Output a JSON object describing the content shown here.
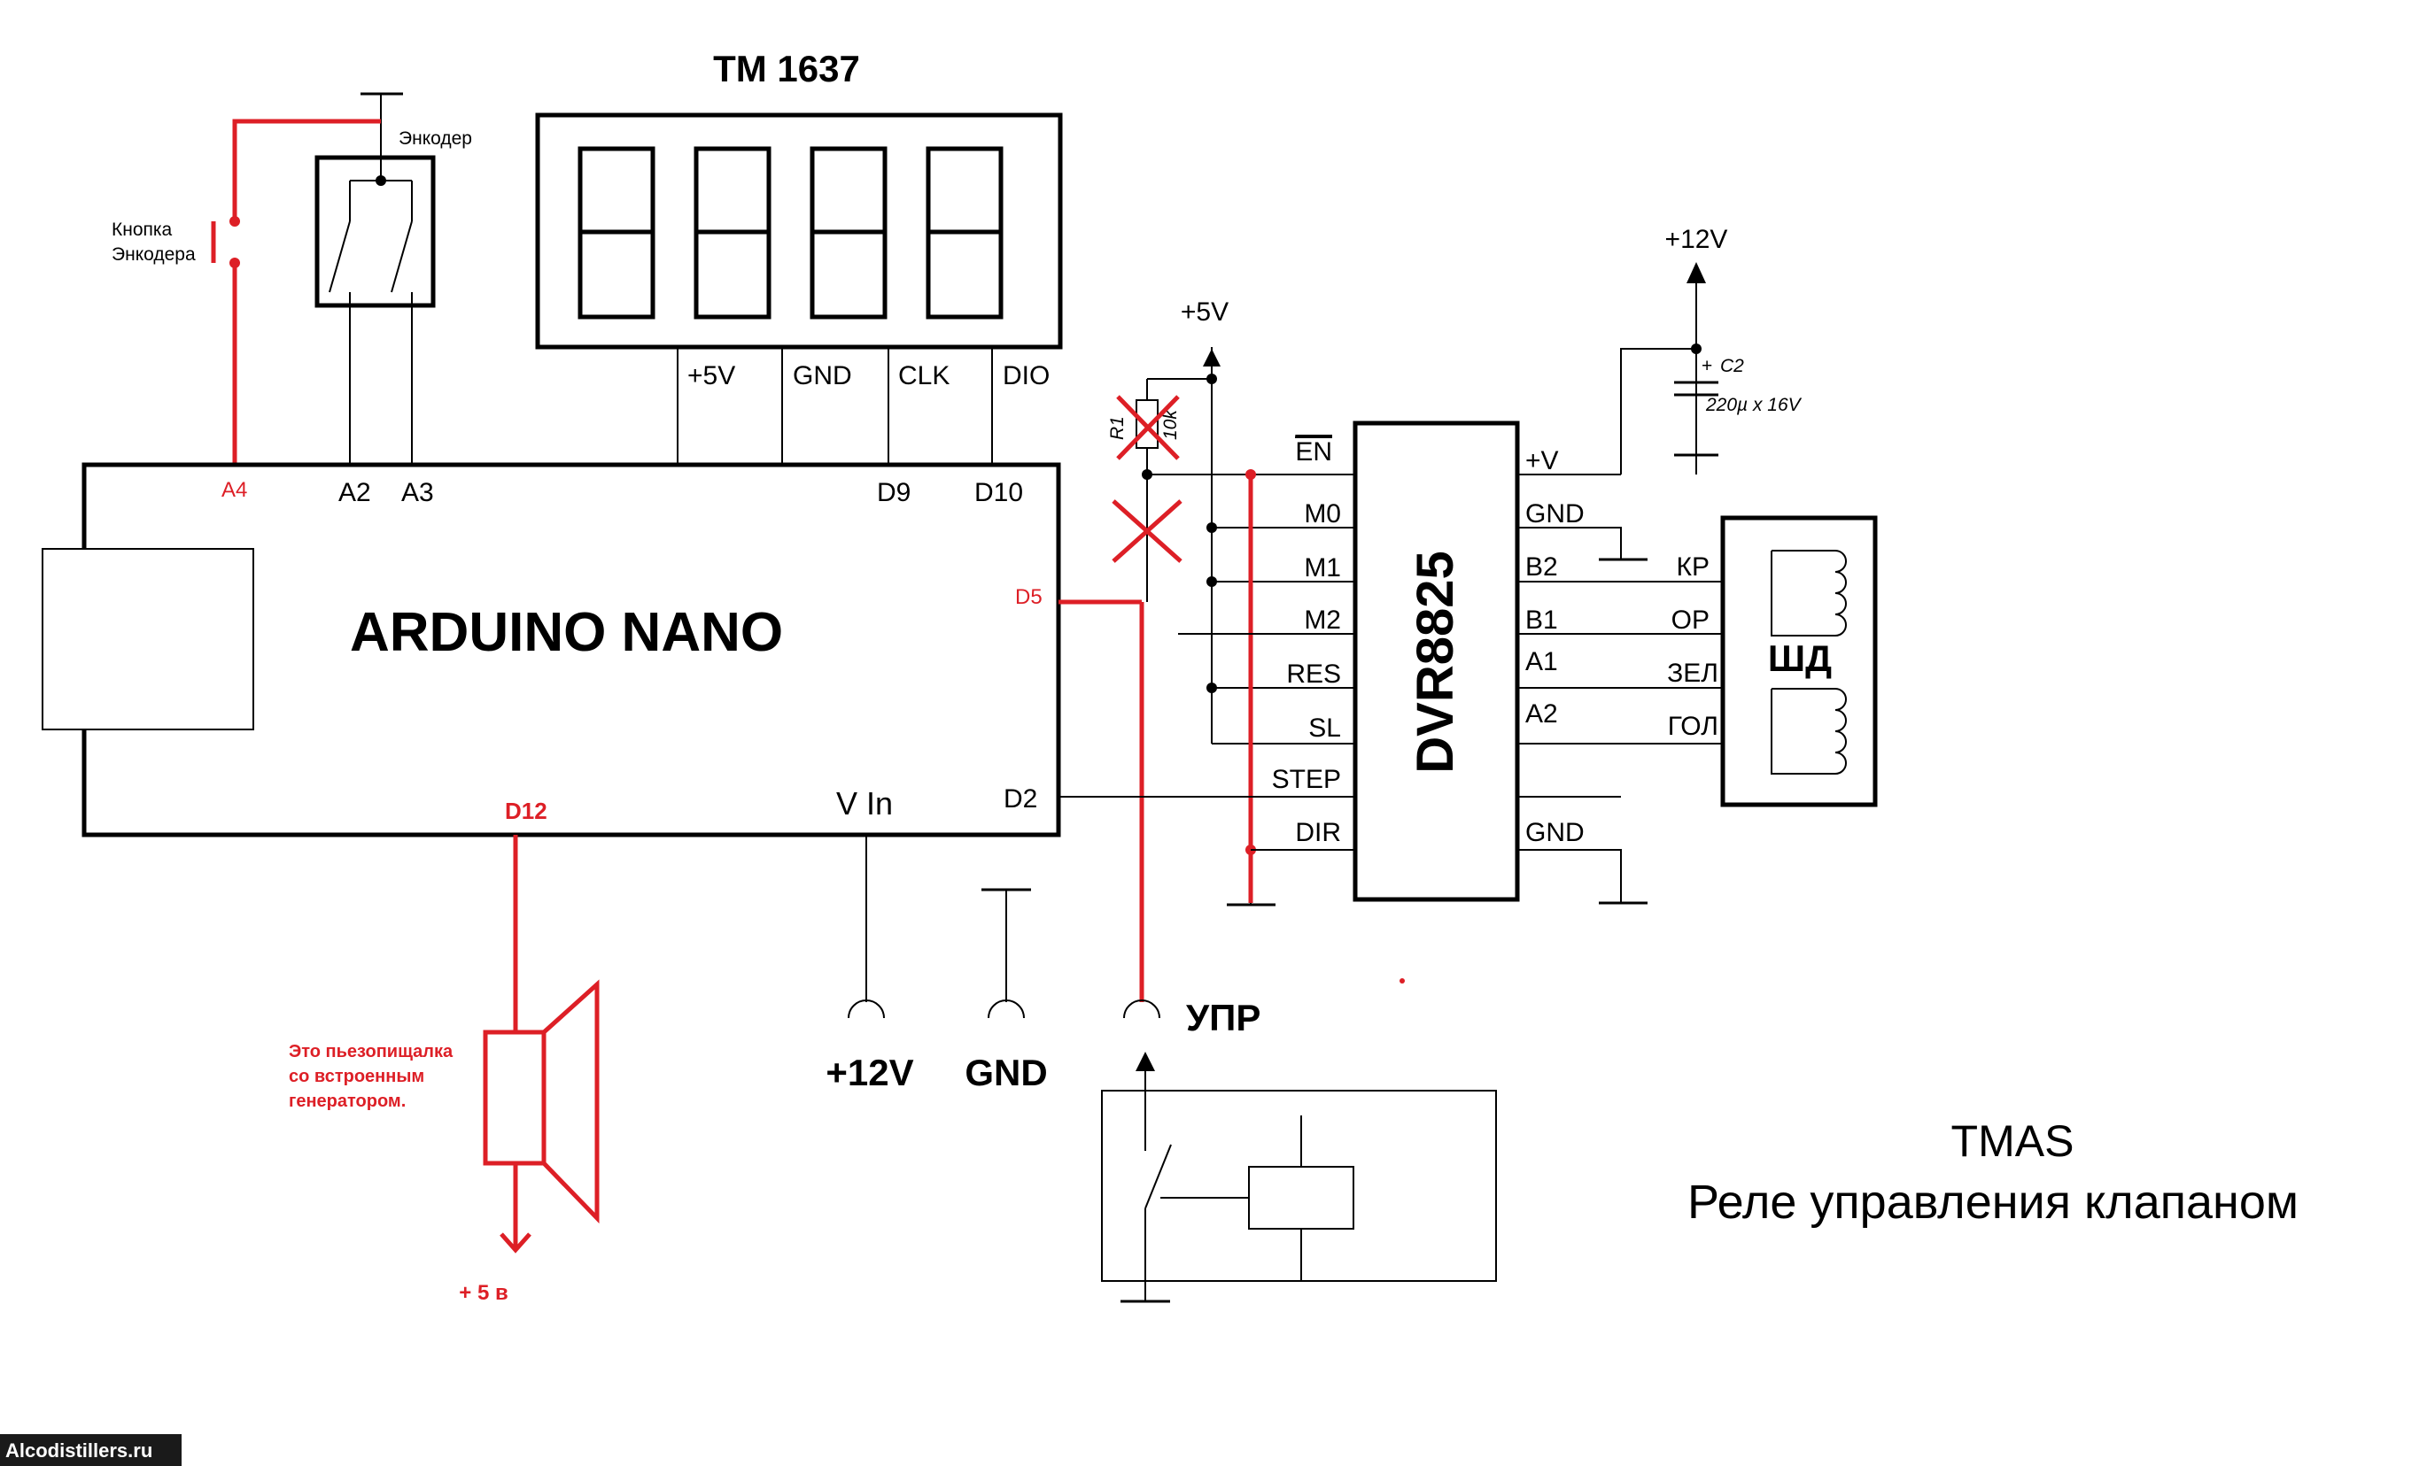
{
  "tm1637": {
    "title": "TM 1637",
    "pins": [
      "+5V",
      "GND",
      "CLK",
      "DIO"
    ]
  },
  "encoder": {
    "label": "Энкодер",
    "button_label_line1": "Кнопка",
    "button_label_line2": "Энкодера"
  },
  "arduino": {
    "title": "ARDUINO NANO",
    "pins": {
      "a4": "A4",
      "a2": "A2",
      "a3": "A3",
      "d9": "D9",
      "d10": "D10",
      "d5": "D5",
      "d12": "D12",
      "vin": "V In",
      "d2": "D2"
    }
  },
  "power": {
    "plus12_top": "+12V",
    "plus5_top": "+5V",
    "plus12_bottom": "+12V",
    "gnd_bottom": "GND",
    "upr": "УПР",
    "plus5_buzzer": "+ 5 в"
  },
  "resistor": {
    "ref": "R1",
    "value": "10k"
  },
  "capacitor": {
    "plus": "+",
    "ref": "C2",
    "value": "220µ x 16V"
  },
  "driver": {
    "title": "DVR8825",
    "left_pins": [
      "EN",
      "M0",
      "M1",
      "M2",
      "RES",
      "SL",
      "STEP",
      "DIR"
    ],
    "right_pins": [
      "+V",
      "GND",
      "B2",
      "B1",
      "A1",
      "A2",
      "GND"
    ]
  },
  "motor": {
    "title": "ШД",
    "wires": [
      "КР",
      "ОР",
      "ЗЕЛ",
      "ГОЛ"
    ]
  },
  "buzzer": {
    "note_line1": "Это пьезопищалка",
    "note_line2": "со встроенным",
    "note_line3": "генератором."
  },
  "caption": {
    "line1": "TMAS",
    "line2": "Реле управления клапаном"
  },
  "watermark": "Alcodistillers.ru",
  "colors": {
    "wire": "#000000",
    "highlight": "#dd1f26",
    "background": "#ffffff"
  }
}
